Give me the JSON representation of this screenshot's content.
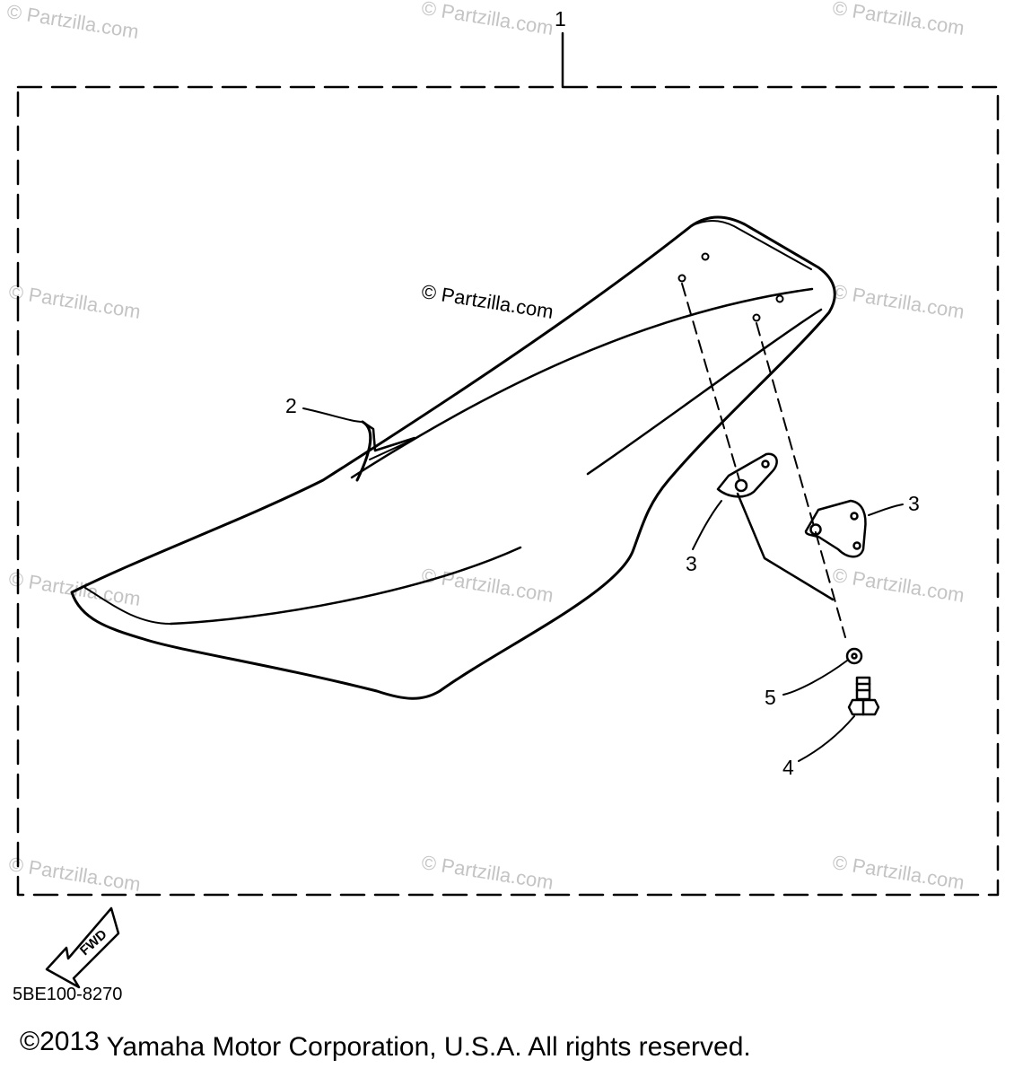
{
  "watermark": "© Partzilla.com",
  "callouts": {
    "c1": "1",
    "c2": "2",
    "c3a": "3",
    "c3b": "3",
    "c4": "4",
    "c5": "5"
  },
  "fwd_label": "FWD",
  "part_code": "5BE100-8270",
  "copyright": {
    "year": "©2013",
    "text": " Yamaha Motor Corporation, U.S.A. All rights reserved."
  }
}
